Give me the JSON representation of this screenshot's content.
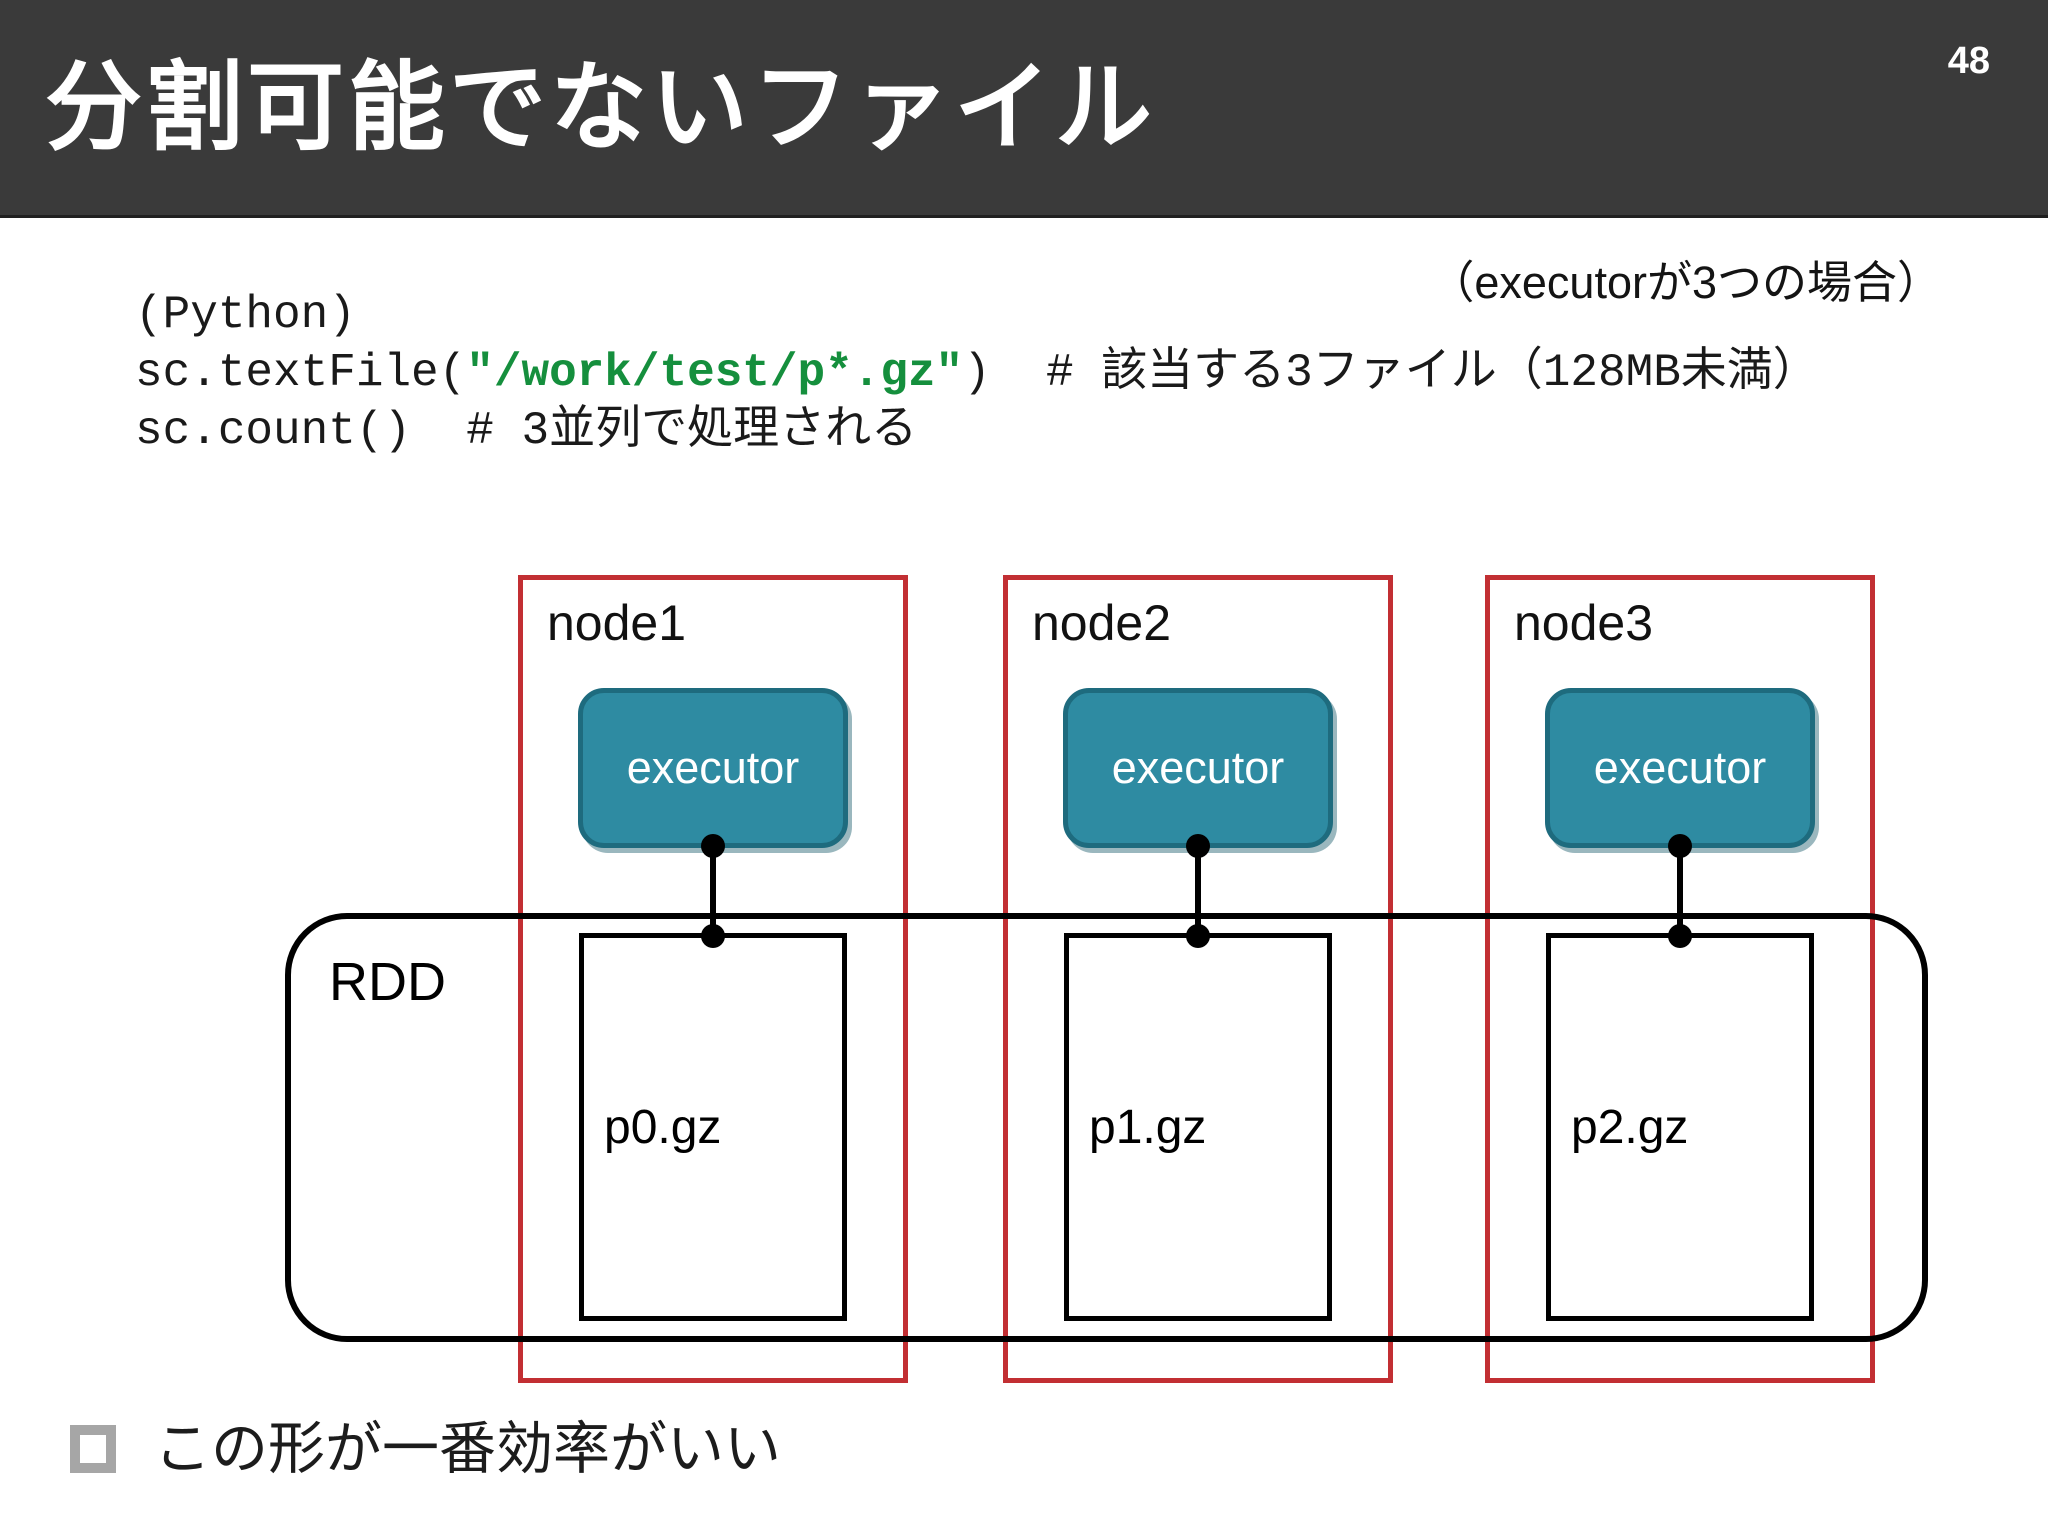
{
  "slide_title": "分割可能でないファイル",
  "page_number": "48",
  "executor_note": "（executorが3つの場合）",
  "code": {
    "line1": "(Python)",
    "line2_code": "sc.textFile(",
    "line2_string": "\"/work/test/p*.gz\"",
    "line2_close": ")",
    "line2_comment": "  # 該当する3ファイル（128MB未満）",
    "line3_code": "sc.count()",
    "line3_comment": "  # 3並列で処理される"
  },
  "diagram": {
    "rdd_label": "RDD",
    "nodes": [
      {
        "label": "node1",
        "executor_label": "executor",
        "file_label": "p0.gz"
      },
      {
        "label": "node2",
        "executor_label": "executor",
        "file_label": "p1.gz"
      },
      {
        "label": "node3",
        "executor_label": "executor",
        "file_label": "p2.gz"
      }
    ]
  },
  "bullet_text": "この形が一番効率がいい",
  "colors": {
    "header_bg": "#3a3a3a",
    "node_border_red": "#c22f33",
    "executor_fill": "#2e8ba2",
    "executor_border": "#1e6b7e",
    "code_string_green": "#158f3d",
    "bullet_gray": "#a6a6a6"
  }
}
